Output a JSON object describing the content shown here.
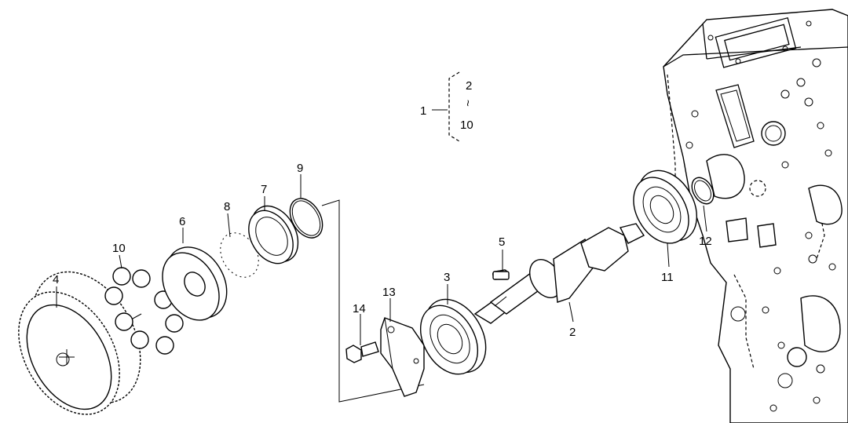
{
  "callouts": {
    "c1": "1",
    "c1_range_start": "2",
    "c1_range_tilde": "~",
    "c1_range_end": "10",
    "c2_shaft": "2",
    "c3": "3",
    "c4": "4",
    "c5": "5",
    "c6": "6",
    "c7": "7",
    "c8": "8",
    "c9": "9",
    "c10": "10",
    "c11": "11",
    "c12": "12",
    "c13": "13",
    "c14": "14"
  }
}
